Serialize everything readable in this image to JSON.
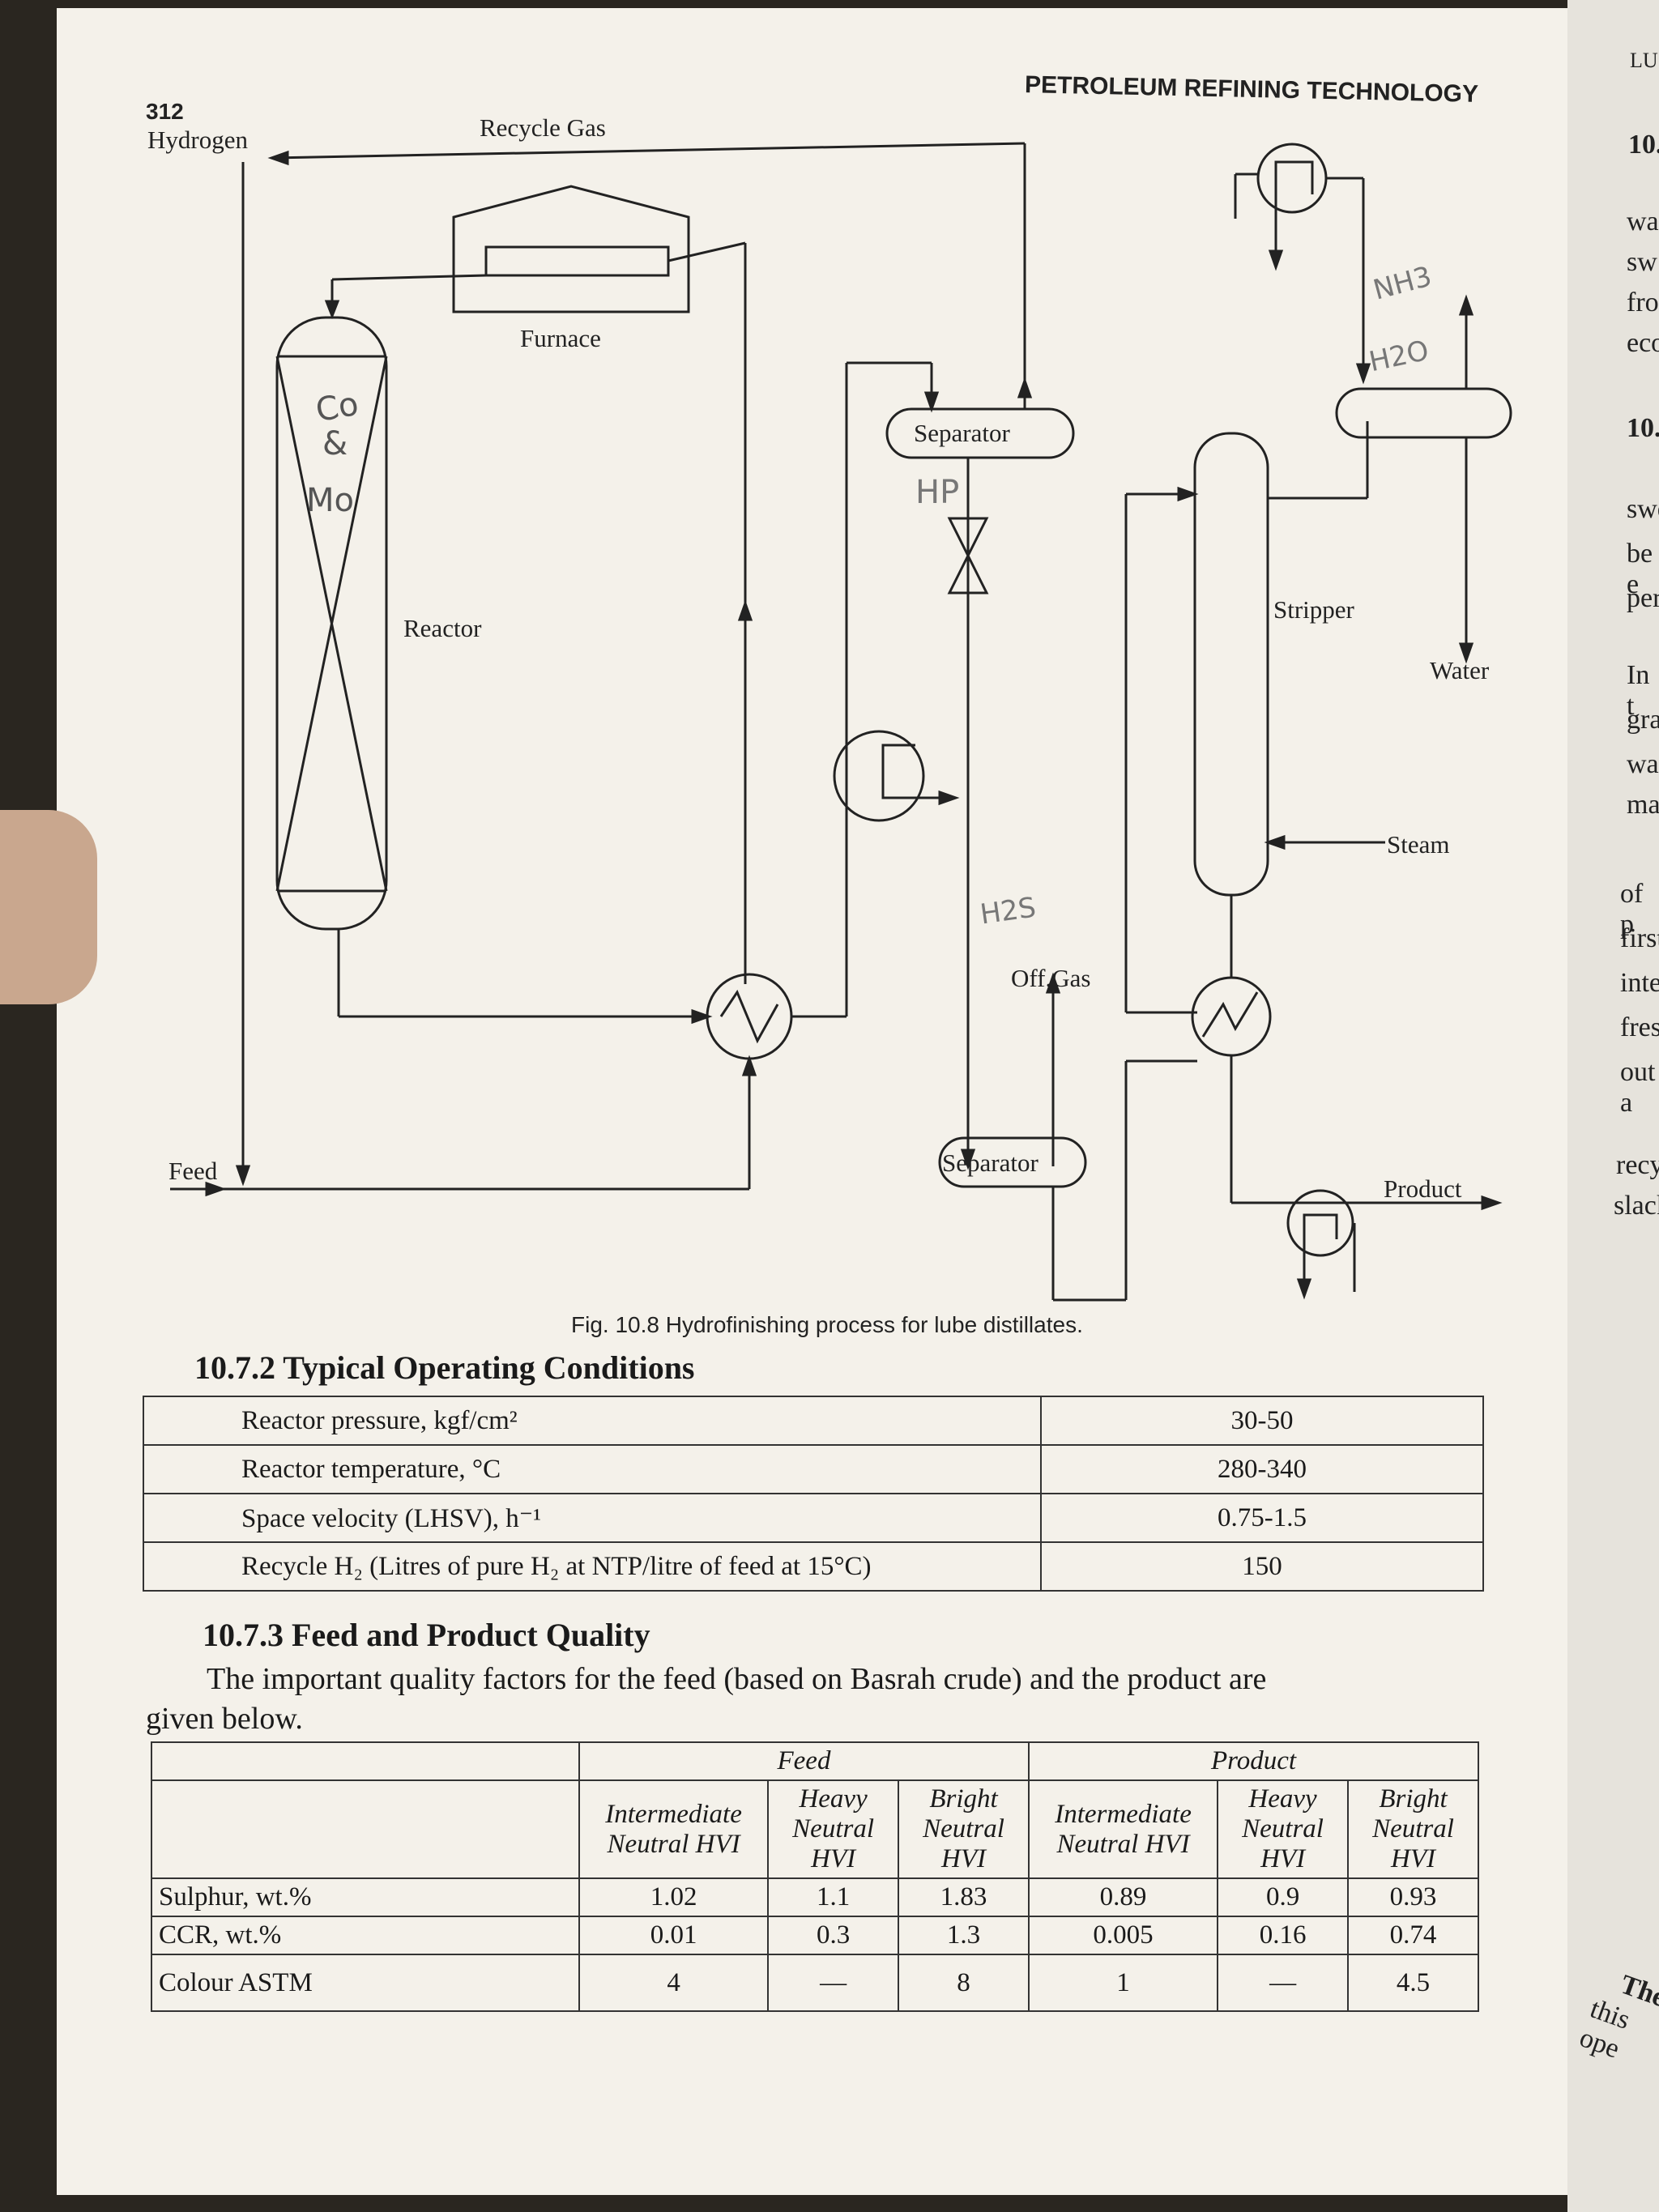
{
  "header": {
    "page_number": "312",
    "running_title": "PETROLEUM REFINING TECHNOLOGY"
  },
  "figure": {
    "labels": {
      "hydrogen": "Hydrogen",
      "recycle_gas": "Recycle Gas",
      "furnace": "Furnace",
      "reactor": "Reactor",
      "separator_top": "Separator",
      "separator_bottom": "Separator",
      "stripper": "Stripper",
      "water": "Water",
      "steam": "Steam",
      "off_gas": "Off.Gas",
      "feed": "Feed",
      "product": "Product"
    },
    "caption": "Fig. 10.8 Hydrofinishing process for lube distillates.",
    "handwriting": [
      "Co",
      "&",
      "Mo",
      "HP",
      "NH3",
      "H2O",
      "H2S"
    ]
  },
  "section_operating": {
    "heading": "10.7.2 Typical Operating Conditions",
    "rows": [
      {
        "param": "Reactor pressure, kgf/cm²",
        "value": "30-50"
      },
      {
        "param": "Reactor temperature, °C",
        "value": "280-340"
      },
      {
        "param": "Space velocity (LHSV), h⁻¹",
        "value": "0.75-1.5"
      },
      {
        "param": "Recycle H₂ (Litres of pure H₂ at NTP/litre of feed at 15°C)",
        "value": "150"
      }
    ]
  },
  "section_quality": {
    "heading": "10.7.3 Feed and Product Quality",
    "intro_line1": "The important quality factors for the feed (based on Basrah crude) and the product are",
    "intro_line2": "given below.",
    "group_headers": [
      "Feed",
      "Product"
    ],
    "columns": [
      "Intermediate Neutral HVI",
      "Heavy Neutral HVI",
      "Bright Neutral HVI",
      "Intermediate Neutral HVI",
      "Heavy Neutral HVI",
      "Bright Neutral HVI"
    ],
    "rows": [
      {
        "property": "Sulphur, wt.%",
        "values": [
          "1.02",
          "1.1",
          "1.83",
          "0.89",
          "0.9",
          "0.93"
        ]
      },
      {
        "property": "CCR, wt.%",
        "values": [
          "0.01",
          "0.3",
          "1.3",
          "0.005",
          "0.16",
          "0.74"
        ]
      },
      {
        "property": "Colour ASTM",
        "values": [
          "4",
          "—",
          "8",
          "1",
          "—",
          "4.5"
        ]
      }
    ]
  },
  "facing_page_fragments": [
    "LU",
    "10.",
    "wa",
    "sw",
    "fro",
    "eco",
    "10.",
    "swe",
    "be e",
    "per",
    "In t",
    "gra",
    "wax",
    "mas",
    "of p",
    "first",
    "inte",
    "fresl",
    "out a",
    "recy",
    "slack",
    "The",
    "this ope"
  ]
}
